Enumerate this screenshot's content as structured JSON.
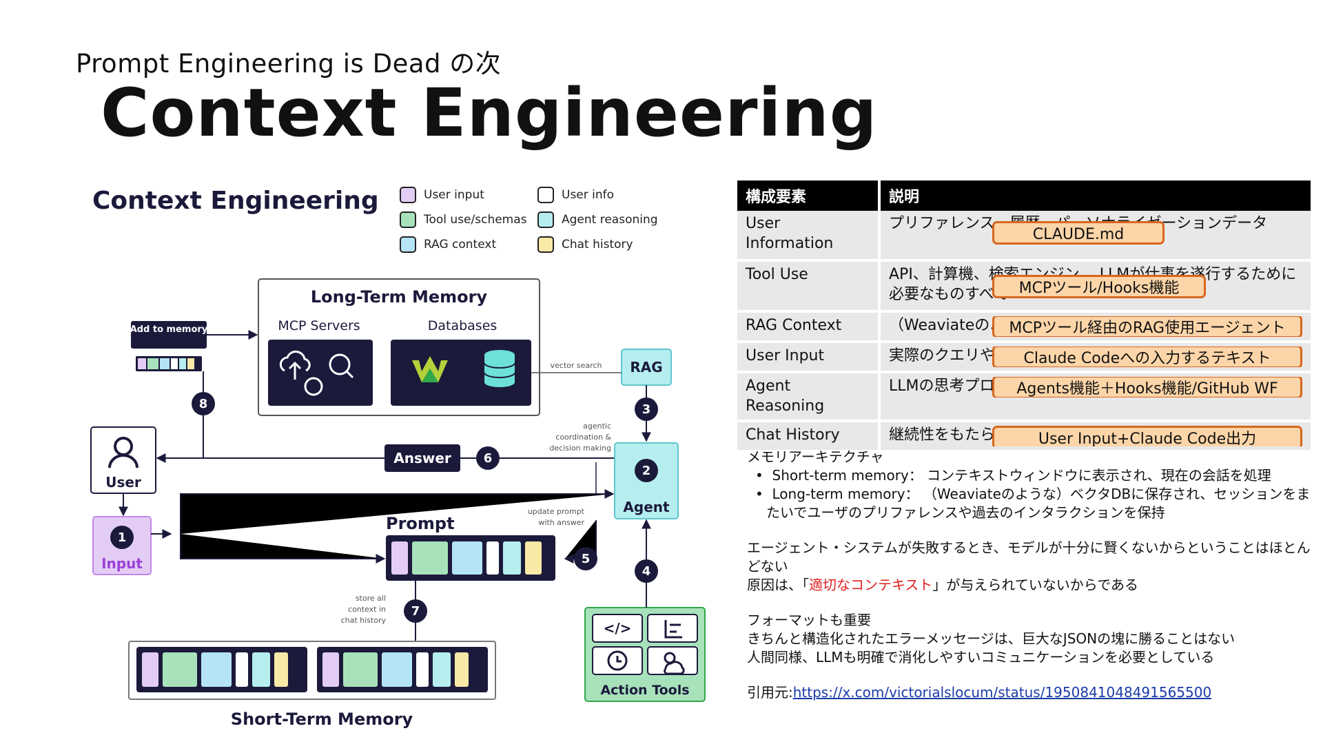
{
  "slide": {
    "subtitle": "Prompt Engineering is Dead の次",
    "title": "Context Engineering"
  },
  "diagram": {
    "title": "Context Engineering",
    "legend": [
      {
        "label": "User input",
        "color": "#e3cdf5"
      },
      {
        "label": "Tool use/schemas",
        "color": "#a8e2bb"
      },
      {
        "label": "RAG context",
        "color": "#b5e4f7"
      },
      {
        "label": "User info",
        "color": "#ffffff"
      },
      {
        "label": "Agent reasoning",
        "color": "#b6eef0"
      },
      {
        "label": "Chat history",
        "color": "#f8e9a7"
      }
    ],
    "long_term_memory": "Long-Term Memory",
    "mcp_servers": "MCP Servers",
    "databases": "Databases",
    "add_to_memory": "Add to memory",
    "vector_search": "vector search",
    "rag": "RAG",
    "user": "User",
    "input": "Input",
    "answer": "Answer",
    "agent": "Agent",
    "agentic_note": [
      "agentic",
      "coordination &",
      "decision making"
    ],
    "update_note": [
      "update prompt",
      "with answer"
    ],
    "prompt": "Prompt",
    "store_note": [
      "store all",
      "context in",
      "chat history"
    ],
    "action_tools": "Action Tools",
    "short_term_memory": "Short-Term Memory",
    "steps": [
      "1",
      "2",
      "3",
      "4",
      "5",
      "6",
      "7",
      "8"
    ],
    "colors": {
      "navy": "#1b1a3b",
      "purple": "#d8b4f0",
      "green": "#a8e2bb",
      "cyan": "#b5e4f7",
      "teal": "#b6eef0",
      "yellow": "#f8e9a7"
    }
  },
  "table": {
    "headers": [
      "構成要素",
      "説明"
    ],
    "rows": [
      {
        "name": "User Information",
        "desc": "プリファレンス、履歴、パーソナライゼーションデータ",
        "tag": "CLAUDE.md"
      },
      {
        "name": "Tool Use",
        "desc": "API、計算機、検索エンジン… LLMが仕事を遂行するために必要なものすべて",
        "tag": "MCPツール/Hooks機能"
      },
      {
        "name": "RAG Context",
        "desc": "（Weaviateのようなベクトルデータベースから）",
        "tag": "MCPツール経由のRAG使用エージェント"
      },
      {
        "name": "User Input",
        "desc": "実際のクエリやタスク",
        "tag": "Claude Codeへの入力するテキスト"
      },
      {
        "name": "Agent Reasoning",
        "desc": "LLMの思考プロセス",
        "tag": "Agents機能＋Hooks機能/GitHub WF"
      },
      {
        "name": "Chat History",
        "desc": "継続性をもたらす会話履歴",
        "tag": "User Input+Claude Code出力"
      }
    ]
  },
  "notes": {
    "memory_heading": "メモリアーキテクチャ",
    "bullets": [
      "Short-term memory： コンテキストウィンドウに表示され、現在の会話を処理",
      "Long-term memory： （Weaviateのような）ベクタDBに保存され、セッションをまたいでユーザのプリファレンスや過去のインタラクションを保持"
    ],
    "para1_line1": "エージェント・システムが失敗するとき、モデルが十分に賢くないからということはほとんどない",
    "para1_line2_before": "原因は、「",
    "para1_line2_red": "適切なコンテキスト",
    "para1_line2_after": "」が与えられていないからである",
    "format_heading": "フォーマットも重要",
    "format_line1": "きちんと構造化されたエラーメッセージは、巨大なJSONの塊に勝ることはない",
    "format_line2": "人間同様、LLMも明確で消化しやすいコミュニケーションを必要としている",
    "source_label": "引用元:",
    "source_url": "https://x.com/victorialslocum/status/1950841048491565500"
  }
}
